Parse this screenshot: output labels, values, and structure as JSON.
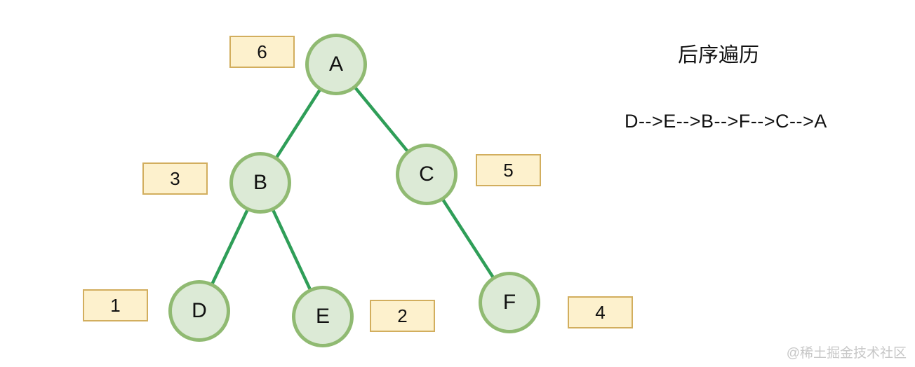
{
  "panel": {
    "title": "后序遍历",
    "traversal": "D-->E-->B-->F-->C-->A"
  },
  "watermark": "@稀土掘金技术社区",
  "colors": {
    "node_fill": "#dcead6",
    "node_border": "#90ba72",
    "edge_green": "#2f9e58",
    "order_box_fill": "#fdf1cd",
    "order_box_border": "#d2ae5e",
    "text": "#111111",
    "watermark_gray": "#c7c7c7"
  },
  "tree": {
    "nodes": {
      "a": {
        "letter": "A",
        "order": "6"
      },
      "b": {
        "letter": "B",
        "order": "3"
      },
      "c": {
        "letter": "C",
        "order": "5"
      },
      "d": {
        "letter": "D",
        "order": "1"
      },
      "e": {
        "letter": "E",
        "order": "2"
      },
      "f": {
        "letter": "F",
        "order": "4"
      }
    },
    "edges": [
      "A-B",
      "A-C",
      "B-D",
      "B-E",
      "C-F"
    ]
  }
}
